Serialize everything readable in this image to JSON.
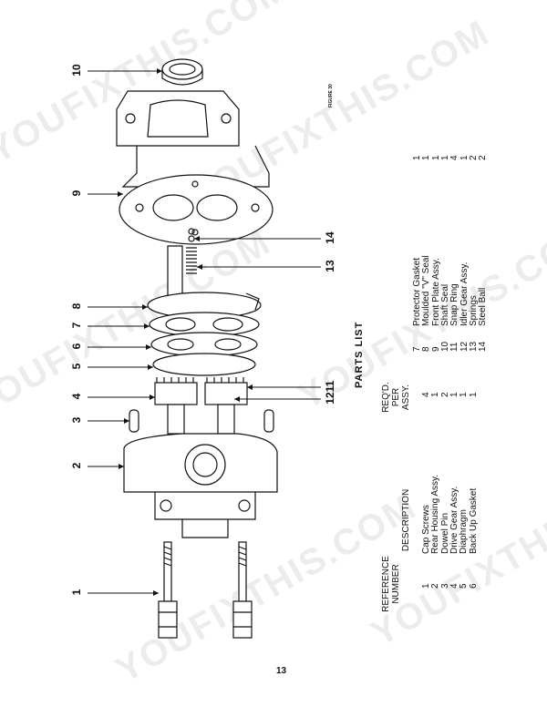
{
  "figure_label": "FIGURE 30",
  "page_number": "13",
  "watermark": "YOUFIXTHIS.COM",
  "parts_list": {
    "title": "PARTS LIST",
    "columns": {
      "reference": [
        "REFERENCE",
        "NUMBER"
      ],
      "description": "DESCRIPTION",
      "reqd": [
        "REQ'D.",
        "PER",
        "ASSY."
      ]
    },
    "rows_left": [
      {
        "ref": "1",
        "desc": "Cap Screws",
        "qty": "4"
      },
      {
        "ref": "2",
        "desc": "Rear Housing Assy.",
        "qty": "1"
      },
      {
        "ref": "3",
        "desc": "Dowel Pin",
        "qty": "2"
      },
      {
        "ref": "4",
        "desc": "Drive Gear Assy.",
        "qty": "1"
      },
      {
        "ref": "5",
        "desc": "Diaphragm",
        "qty": "1"
      },
      {
        "ref": "6",
        "desc": "Back Up Gasket",
        "qty": "1"
      }
    ],
    "rows_right": [
      {
        "ref": "7",
        "desc": "Protector Gasket",
        "qty": "1"
      },
      {
        "ref": "8",
        "desc": "Moulded \"V\" Seal",
        "qty": "1"
      },
      {
        "ref": "9",
        "desc": "Front Plate Assy.",
        "qty": "1"
      },
      {
        "ref": "10",
        "desc": "Shaft Seal",
        "qty": "1"
      },
      {
        "ref": "11",
        "desc": "Snap Ring",
        "qty": "4"
      },
      {
        "ref": "12",
        "desc": "Idler Gear Assy.",
        "qty": "1"
      },
      {
        "ref": "13",
        "desc": "Springs",
        "qty": "2"
      },
      {
        "ref": "14",
        "desc": "Steel Ball",
        "qty": "2"
      }
    ]
  },
  "callouts": [
    "1",
    "2",
    "3",
    "4",
    "5",
    "6",
    "7",
    "8",
    "9",
    "10",
    "11",
    "12",
    "13",
    "14"
  ]
}
